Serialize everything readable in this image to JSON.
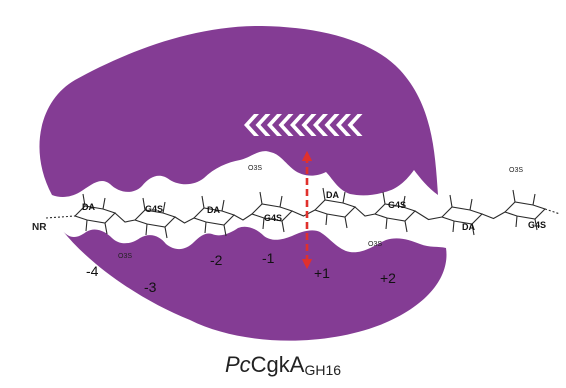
{
  "colors": {
    "enzyme": "#843c94",
    "arrow": "#e0302c",
    "chevron": "#ffffff",
    "ring": "#2b2b2b"
  },
  "ends": {
    "nonreducing": "NR"
  },
  "sugars": {
    "da": "DA",
    "g4s": "G4S",
    "sulfate": "O3S"
  },
  "subsites": [
    "-4",
    "-3",
    "-2",
    "-1",
    "+1",
    "+2"
  ],
  "enzyme": {
    "name_italic": "Pc",
    "name_main": "CgkA",
    "name_sub": "GH16"
  },
  "icons": {
    "direction": "chevron-left-icon",
    "cleavage": "double-arrow-icon"
  }
}
